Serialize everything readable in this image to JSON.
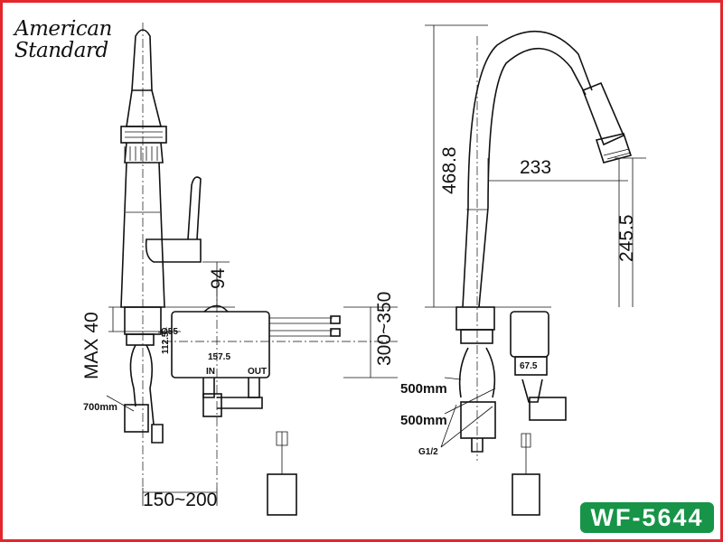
{
  "brand": {
    "line1": "American",
    "line2": "Standard"
  },
  "model_badge": "WF-5644",
  "colors": {
    "border": "#e3262b",
    "badge": "#179447"
  },
  "front_view": {
    "handle_height": "94",
    "max_deck": "MAX 40",
    "box_height": "112.5",
    "hole_diameter": "Ø55",
    "box_width": "157.5",
    "inlet_label": "IN",
    "outlet_label": "OUT",
    "cable_length": "700mm",
    "box_offset": "150~200",
    "box_drop": "300~350"
  },
  "side_view": {
    "total_height": "468.8",
    "reach": "233",
    "spout_height": "245.5",
    "hose1": "500mm",
    "hose2": "500mm",
    "thread": "G1/2",
    "valve_width": "67.5"
  }
}
